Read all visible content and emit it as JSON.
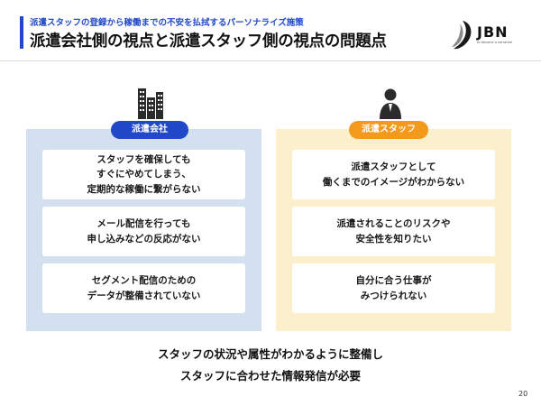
{
  "header": {
    "subtitle": "派遣スタッフの登録から稼働までの不安を払拭するパーソナライズ施策",
    "title": "派遣会社側の視点と派遣スタッフ側の視点の問題点",
    "accent_color": "#2148c8"
  },
  "logo": {
    "text": "JBN",
    "tagline": "to become a narrative"
  },
  "company": {
    "label": "派遣会社",
    "icon": "building-icon",
    "color": "#2148c8",
    "panel_color": "#d3e0ef",
    "cards": [
      {
        "lines": [
          "スタッフを確保しても",
          "すぐにやめてしまう、",
          "定期的な稼働に繋がらない"
        ]
      },
      {
        "lines": [
          "メール配信を行っても",
          "申し込みなどの反応がない"
        ]
      },
      {
        "lines": [
          "セグメント配信のための",
          "データが整備されていない"
        ]
      }
    ]
  },
  "staff": {
    "label": "派遣スタッフ",
    "icon": "person-icon",
    "color": "#f39a1d",
    "panel_color": "#fcf0cc",
    "cards": [
      {
        "lines": [
          "派遣スタッフとして",
          "働くまでのイメージがわからない"
        ]
      },
      {
        "lines": [
          "派遣されることのリスクや",
          "安全性を知りたい"
        ]
      },
      {
        "lines": [
          "自分に合う仕事が",
          "みつけられない"
        ]
      }
    ]
  },
  "conclusion": {
    "line1": "スタッフの状況や属性がわかるように整備し",
    "line2": "スタッフに合わせた情報発信が必要"
  },
  "page_number": "20"
}
